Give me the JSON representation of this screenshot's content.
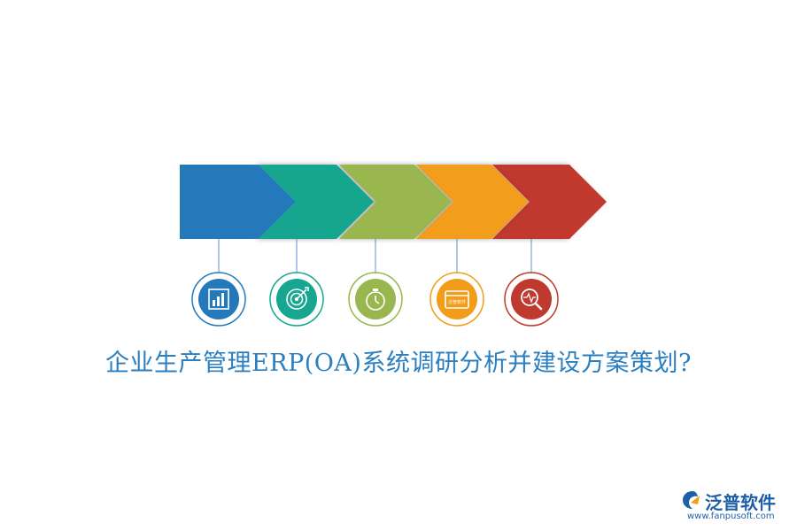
{
  "title": "企业生产管理ERP(OA)系统调研分析并建设方案策划?",
  "brand": {
    "name": "泛普软件",
    "url": "www.fanpusoft.com"
  },
  "colors": {
    "title": "#2a7fc0",
    "brand": "#1f5fa8",
    "connector": "#5a8fcf"
  },
  "steps": [
    {
      "color": "#2479bb",
      "icon": "bar-chart-icon"
    },
    {
      "color": "#17a68f",
      "icon": "target-icon"
    },
    {
      "color": "#9ab64f",
      "icon": "stopwatch-icon"
    },
    {
      "color": "#f29d1a",
      "icon": "calendar-board-icon"
    },
    {
      "color": "#c0392f",
      "icon": "magnifier-pulse-icon"
    }
  ],
  "icon_labels": {
    "calendar_board_text": "泛普软件"
  }
}
